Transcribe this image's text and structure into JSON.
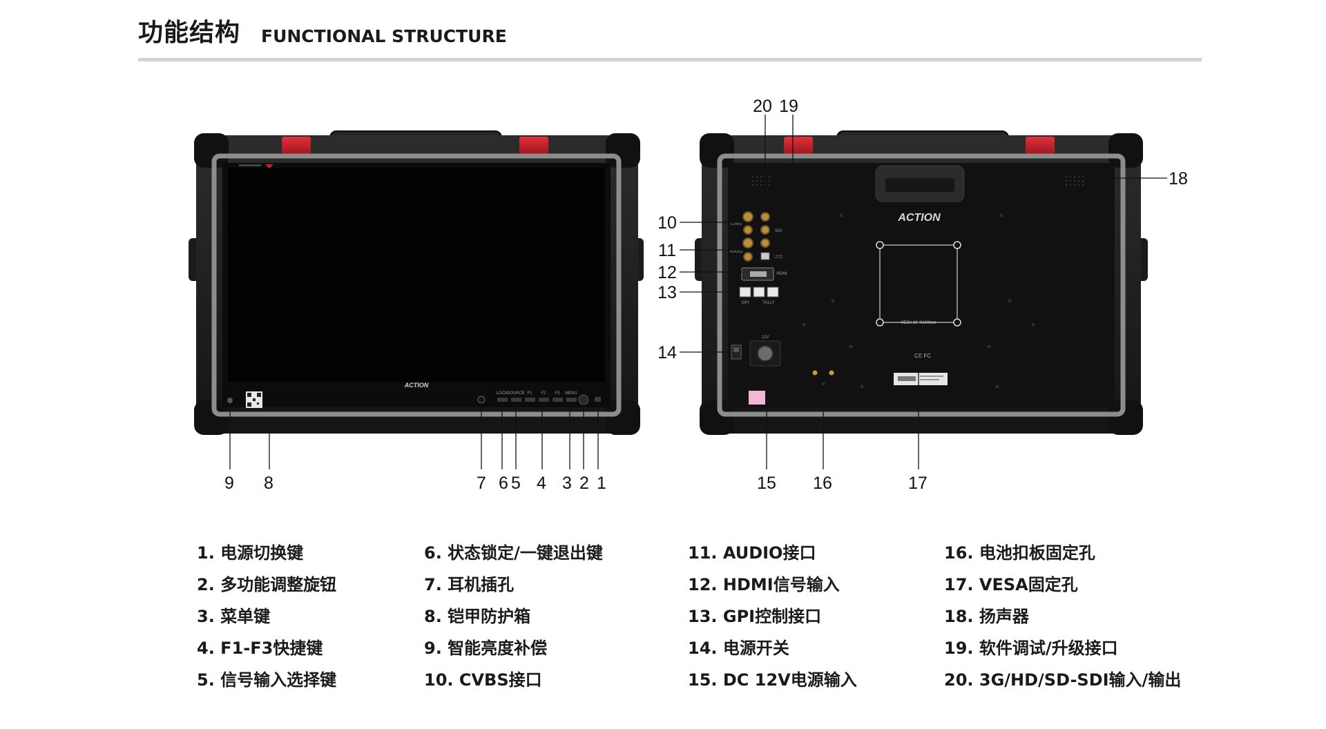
{
  "header": {
    "title_cn": "功能结构",
    "title_en": "FUNCTIONAL STRUCTURE"
  },
  "front_panel": {
    "brand": "ACTION",
    "button_labels": [
      "LOCK",
      "SOURCE",
      "F1",
      "F2",
      "F3",
      "MENU"
    ],
    "callouts": [
      "9",
      "8",
      "7",
      "6",
      "5",
      "4",
      "3",
      "2",
      "1"
    ]
  },
  "rear_panel": {
    "brand": "ACTION",
    "port_labels": [
      "CVBS",
      "AUDIO",
      "SDI",
      "HDMI",
      "USB",
      "GPI",
      "TALLY",
      "12V"
    ],
    "vesa_label": "VESA 100X100mm",
    "cert_label": "CE FC",
    "callouts": [
      "20",
      "19",
      "18",
      "10",
      "11",
      "12",
      "13",
      "14",
      "15",
      "16",
      "17"
    ]
  },
  "legend": {
    "col1": [
      "1. 电源切换键",
      "2. 多功能调整旋钮",
      "3. 菜单键",
      "4. F1-F3快捷键",
      "5. 信号输入选择键"
    ],
    "col2": [
      "6. 状态锁定/一键退出键",
      "7. 耳机插孔",
      "8. 铠甲防护箱",
      "9. 智能亮度补偿",
      "10. CVBS接口"
    ],
    "col3": [
      "11. AUDIO接口",
      "12. HDMI信号输入",
      "13. GPI控制接口",
      "14. 电源开关",
      "15. DC 12V电源输入"
    ],
    "col4": [
      "16. 电池扣板固定孔",
      "17. VESA固定孔",
      "18. 扬声器",
      "19. 软件调试/升级接口",
      "20. 3G/HD/SD-SDI输入/输出"
    ]
  },
  "colors": {
    "case": "#1f1f1f",
    "latch": "#c8202c",
    "bezel": "#8d8d8d",
    "screen": "#020202",
    "rule": "#d2d2d2"
  }
}
